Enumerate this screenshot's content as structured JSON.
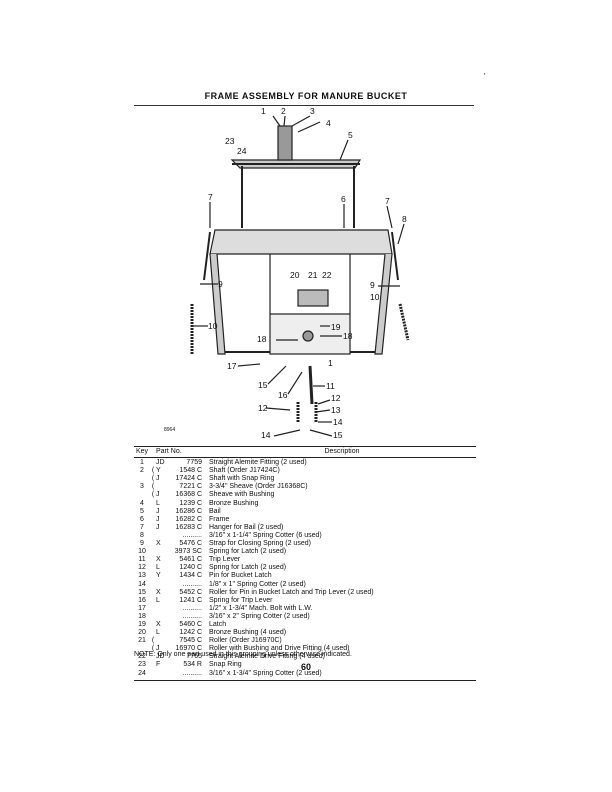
{
  "page": {
    "title": "FRAME ASSEMBLY FOR MANURE BUCKET",
    "tick": "'",
    "page_number": "60",
    "note": "NOTE: Only one part used in this grouping unless otherwise indicated.",
    "figure_code": "8964"
  },
  "table": {
    "headers": {
      "key": "Key",
      "part_no": "Part No.",
      "description": "Description"
    },
    "rows": [
      {
        "key": "1",
        "brace": "",
        "prefix": "JD",
        "number": "7759",
        "desc": "Straight Alemite Fitting (2 used)"
      },
      {
        "key": "2",
        "brace": "(",
        "prefix": "Y",
        "number": "1548 C",
        "desc": "Shaft (Order J17424C)"
      },
      {
        "key": "",
        "brace": "(",
        "prefix": "J",
        "number": "17424 C",
        "desc": "Shaft with Snap Ring"
      },
      {
        "key": "3",
        "brace": "(",
        "prefix": "",
        "number": "7221 C",
        "desc": "3-3/4\" Sheave (Order J16368C)"
      },
      {
        "key": "",
        "brace": "(",
        "prefix": "J",
        "number": "16368 C",
        "desc": "Sheave with Bushing"
      },
      {
        "key": "4",
        "brace": "",
        "prefix": "L",
        "number": "1239 C",
        "desc": "Bronze Bushing"
      },
      {
        "key": "5",
        "brace": "",
        "prefix": "J",
        "number": "16286 C",
        "desc": "Bail"
      },
      {
        "key": "6",
        "brace": "",
        "prefix": "J",
        "number": "16282 C",
        "desc": "Frame"
      },
      {
        "key": "7",
        "brace": "",
        "prefix": "J",
        "number": "16283 C",
        "desc": "Hanger for Bail (2 used)"
      },
      {
        "key": "8",
        "brace": "",
        "prefix": "",
        "number": "..........",
        "desc": "3/16\" x 1-1/4\" Spring Cotter (6 used)"
      },
      {
        "key": "9",
        "brace": "",
        "prefix": "X",
        "number": "5476 C",
        "desc": "Strap for Closing Spring (2 used)"
      },
      {
        "key": "10",
        "brace": "",
        "prefix": "",
        "number": "3973 SC",
        "desc": "Spring for Latch (2 used)"
      },
      {
        "key": "11",
        "brace": "",
        "prefix": "X",
        "number": "5461 C",
        "desc": "Trip Lever"
      },
      {
        "key": "12",
        "brace": "",
        "prefix": "L",
        "number": "1240 C",
        "desc": "Spring for Latch (2 used)"
      },
      {
        "key": "13",
        "brace": "",
        "prefix": "Y",
        "number": "1434 C",
        "desc": "Pin for Bucket Latch"
      },
      {
        "key": "14",
        "brace": "",
        "prefix": "",
        "number": "..........",
        "desc": "1/8\" x 1\" Spring Cotter (2 used)"
      },
      {
        "key": "15",
        "brace": "",
        "prefix": "X",
        "number": "5452 C",
        "desc": "Roller for Pin in Bucket Latch and Trip Lever (2 used)"
      },
      {
        "key": "16",
        "brace": "",
        "prefix": "L",
        "number": "1241 C",
        "desc": "Spring for Trip Lever"
      },
      {
        "key": "17",
        "brace": "",
        "prefix": "",
        "number": "..........",
        "desc": "1/2\" x 1-3/4\" Mach. Bolt with L.W."
      },
      {
        "key": "18",
        "brace": "",
        "prefix": "",
        "number": "..........",
        "desc": "3/16\" x 2\" Spring Cotter (2 used)"
      },
      {
        "key": "19",
        "brace": "",
        "prefix": "X",
        "number": "5460 C",
        "desc": "Latch"
      },
      {
        "key": "20",
        "brace": "",
        "prefix": "L",
        "number": "1242 C",
        "desc": "Bronze Bushing (4 used)"
      },
      {
        "key": "21",
        "brace": "(",
        "prefix": "",
        "number": "7545 C",
        "desc": "Roller (Order J16970C)"
      },
      {
        "key": "",
        "brace": "(",
        "prefix": "J",
        "number": "16970 C",
        "desc": "Roller with Bushing and Drive Fitting (4 used)"
      },
      {
        "key": "22",
        "brace": "",
        "prefix": "JD",
        "number": "7765",
        "desc": "Straight Alemite Drive Fitting (4 used)"
      },
      {
        "key": "23",
        "brace": "",
        "prefix": "F",
        "number": "534 R",
        "desc": "Snap Ring"
      },
      {
        "key": "24",
        "brace": "",
        "prefix": "",
        "number": "..........",
        "desc": "3/16\" x 1-3/4\" Spring Cotter (2 used)"
      }
    ]
  },
  "callouts": [
    "1",
    "2",
    "3",
    "4",
    "5",
    "6",
    "7",
    "8",
    "9",
    "10",
    "11",
    "12",
    "13",
    "14",
    "15",
    "16",
    "17",
    "18",
    "19",
    "20",
    "21",
    "22",
    "23",
    "24"
  ]
}
